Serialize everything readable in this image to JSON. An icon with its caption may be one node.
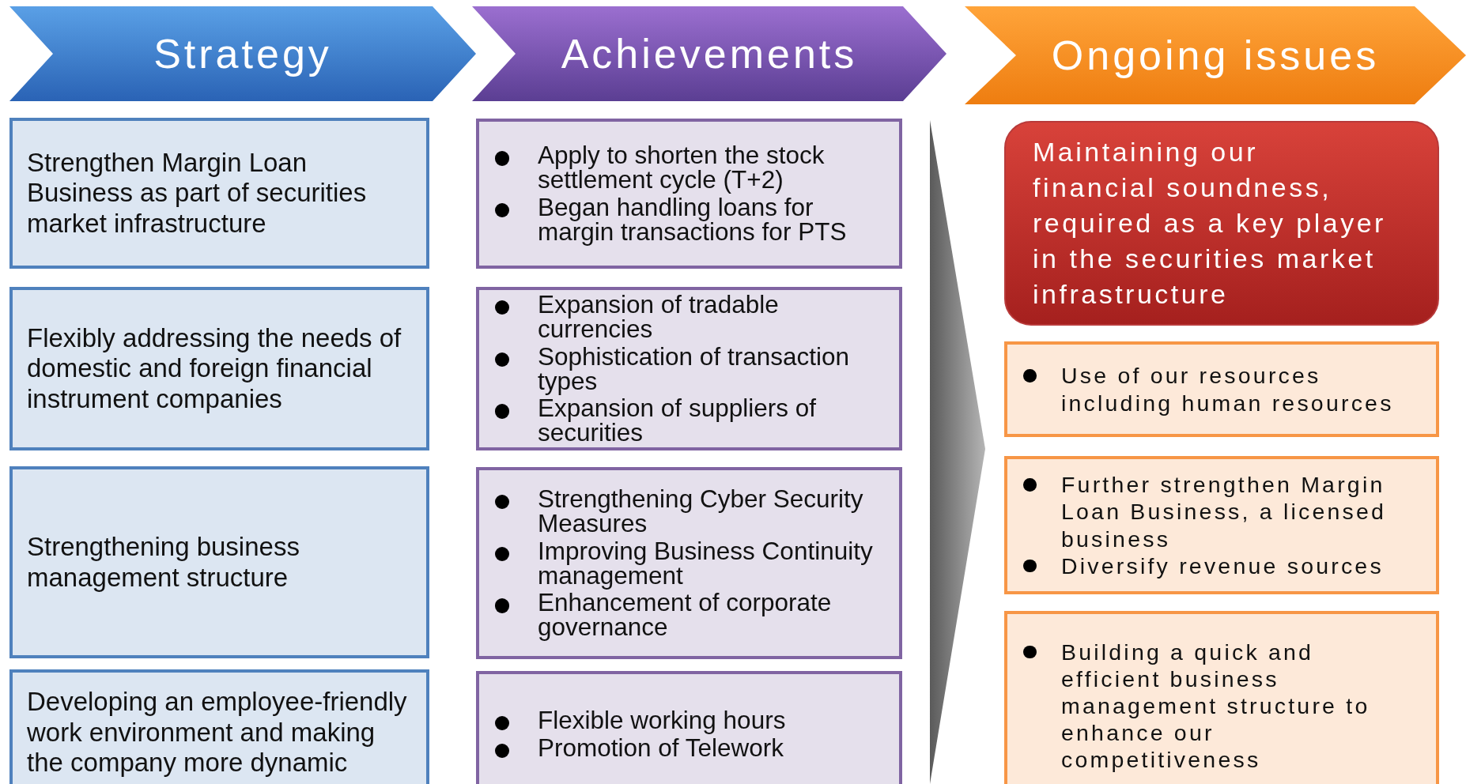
{
  "diagram": {
    "nodes": [
      {
        "text": [
          "Strategy"
        ]
      },
      {
        "text": [
          "Achievements"
        ]
      },
      {
        "text": [
          "Ongoing issues"
        ]
      },
      {
        "text": [
          "Strengthen Margin Loan Business as part of securities market infrastructure"
        ]
      },
      {
        "text": [
          "Flexibly addressing the needs of domestic and foreign financial instrument companies"
        ]
      },
      {
        "text": [
          "Strengthening business management structure"
        ]
      },
      {
        "text": [
          "Developing an employee-friendly work environment and making the company more dynamic"
        ]
      },
      {
        "text": [
          "Apply to shorten the stock settlement cycle (T+2)",
          "Began handling loans for margin transactions for PTS"
        ]
      },
      {
        "text": [
          "Expansion of tradable currencies",
          "Sophistication of transaction types",
          "Expansion of suppliers of securities"
        ]
      },
      {
        "text": [
          "Strengthening Cyber Security Measures",
          "Improving Business Continuity management",
          "Enhancement of corporate governance"
        ]
      },
      {
        "text": [
          "Flexible working hours",
          "Promotion of Telework"
        ]
      },
      {
        "text": [
          "Maintaining our financial soundness, required as a key player in the securities market infrastructure"
        ]
      },
      {
        "text": [
          "Use of our resources including human resources"
        ]
      },
      {
        "text": [
          "Further strengthen Margin Loan Business, a licensed business",
          "Diversify revenue sources"
        ]
      },
      {
        "text": [
          "Building a quick and efficient business management structure to enhance our competitiveness"
        ]
      }
    ]
  }
}
